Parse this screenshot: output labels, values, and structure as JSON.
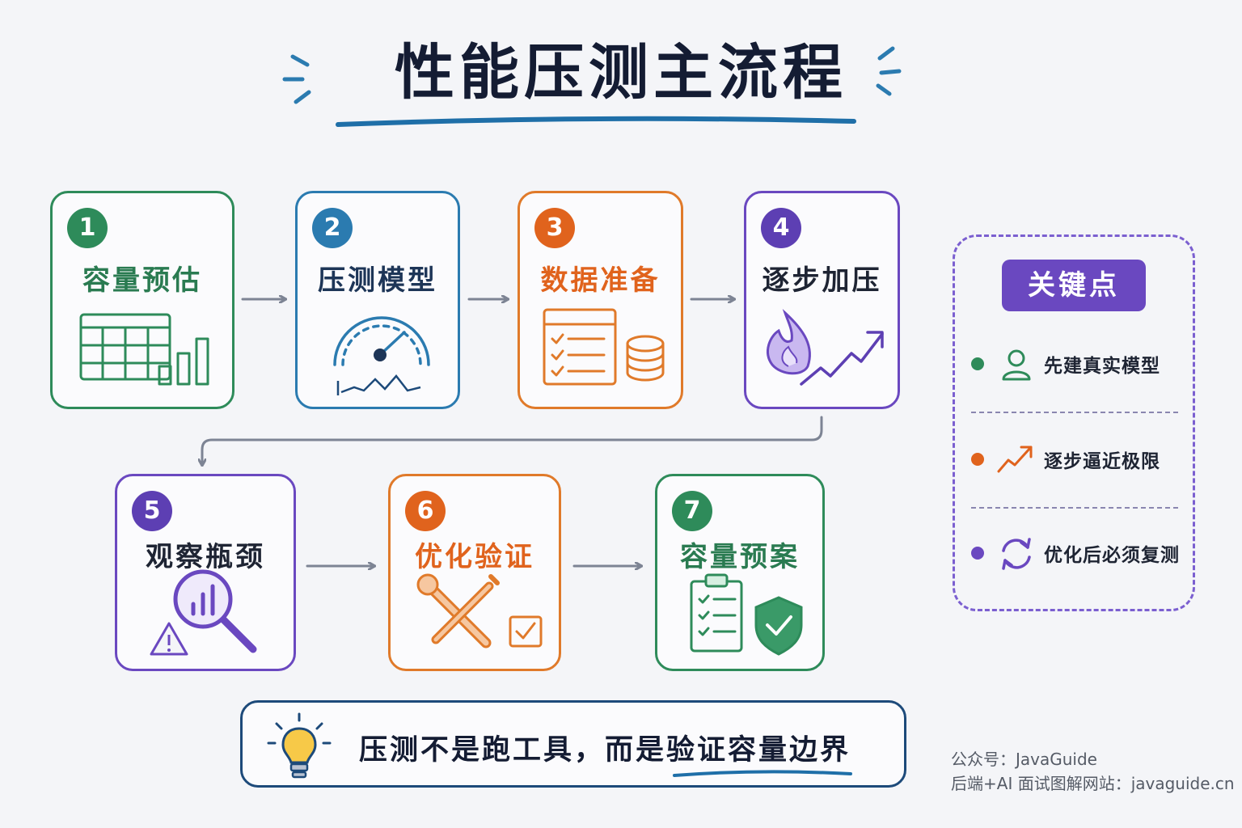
{
  "title": "性能压测主流程",
  "steps": [
    {
      "num": "1",
      "label": "容量预估",
      "icon": "spreadsheet-bar-chart-icon"
    },
    {
      "num": "2",
      "label": "压测模型",
      "icon": "speedometer-icon"
    },
    {
      "num": "3",
      "label": "数据准备",
      "icon": "checklist-database-icon"
    },
    {
      "num": "4",
      "label": "逐步加压",
      "icon": "flame-trend-up-icon"
    },
    {
      "num": "5",
      "label": "观察瓶颈",
      "icon": "magnifier-warning-icon"
    },
    {
      "num": "6",
      "label": "优化验证",
      "icon": "tools-checkbox-icon"
    },
    {
      "num": "7",
      "label": "容量预案",
      "icon": "clipboard-shield-icon"
    }
  ],
  "key_points": {
    "title": "关键点",
    "items": [
      {
        "text": "先建真实模型",
        "icon": "user-icon",
        "color": "#2e8b5a"
      },
      {
        "text": "逐步逼近极限",
        "icon": "trend-up-icon",
        "color": "#e0631d"
      },
      {
        "text": "优化后必须复测",
        "icon": "refresh-icon",
        "color": "#6a48c0"
      }
    ]
  },
  "note": {
    "text": "压测不是跑工具，而是验证容量边界",
    "icon": "lightbulb-icon"
  },
  "credit": {
    "line1": "公众号：JavaGuide",
    "line2": "后端+AI 面试图解网站：javaguide.cn"
  },
  "colors": {
    "green": "#2e8b5a",
    "blue": "#2b7bb0",
    "orange": "#e0631d",
    "purple": "#6a48c0",
    "navy": "#1d4a7a"
  }
}
